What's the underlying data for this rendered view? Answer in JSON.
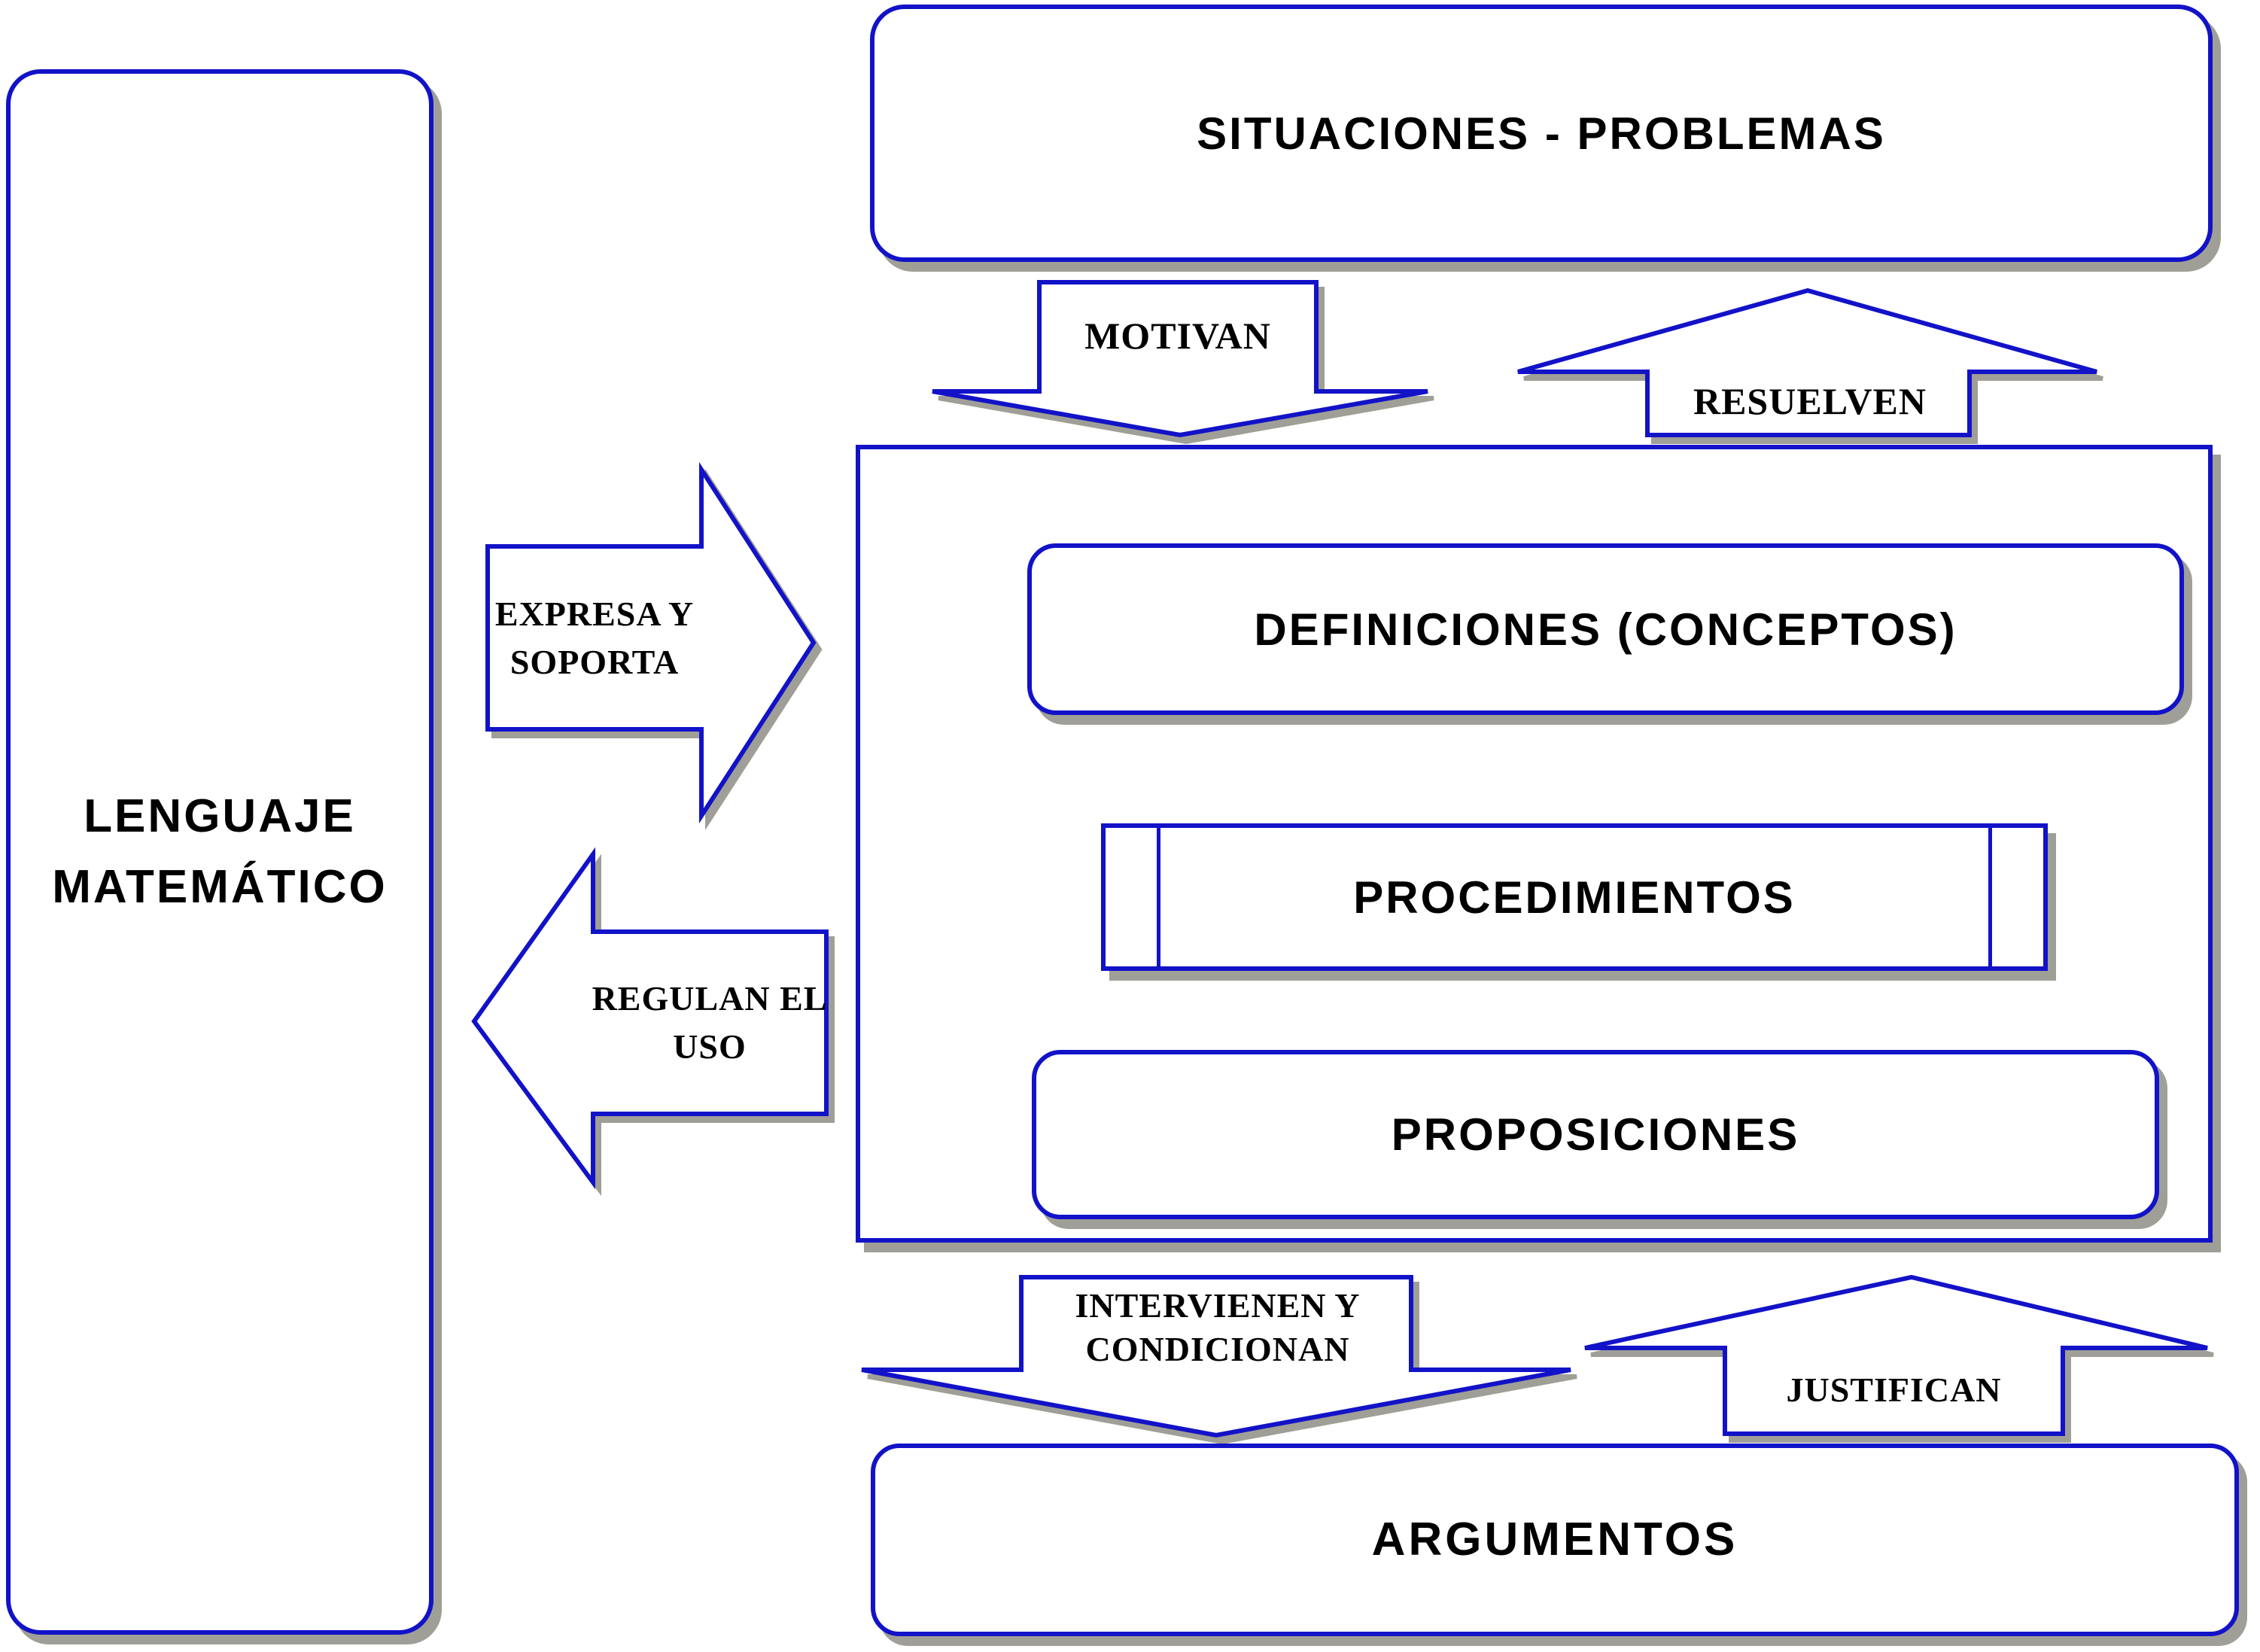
{
  "diagram": {
    "colors": {
      "border": "#1212c8",
      "shadow": "#9f9f97",
      "text": "#000000",
      "background": "#ffffff"
    },
    "left_box": {
      "line1": "LENGUAJE",
      "line2": "MATEMÁTICO"
    },
    "top_box": {
      "label": "SITUACIONES - PROBLEMAS"
    },
    "middle": {
      "definiciones": "DEFINICIONES (CONCEPTOS)",
      "procedimientos": "PROCEDIMIENTOS",
      "proposiciones": "PROPOSICIONES"
    },
    "bottom_box": {
      "label": "ARGUMENTOS"
    },
    "arrows": {
      "motivan": "MOTIVAN",
      "resuelven": "RESUELVEN",
      "expresa_line1": "EXPRESA Y",
      "expresa_line2": "SOPORTA",
      "regulan_line1": "REGULAN EL",
      "regulan_line2": "USO",
      "intervienen_line1": "INTERVIENEN Y",
      "intervienen_line2": "CONDICIONAN",
      "justifican": "JUSTIFICAN"
    }
  }
}
